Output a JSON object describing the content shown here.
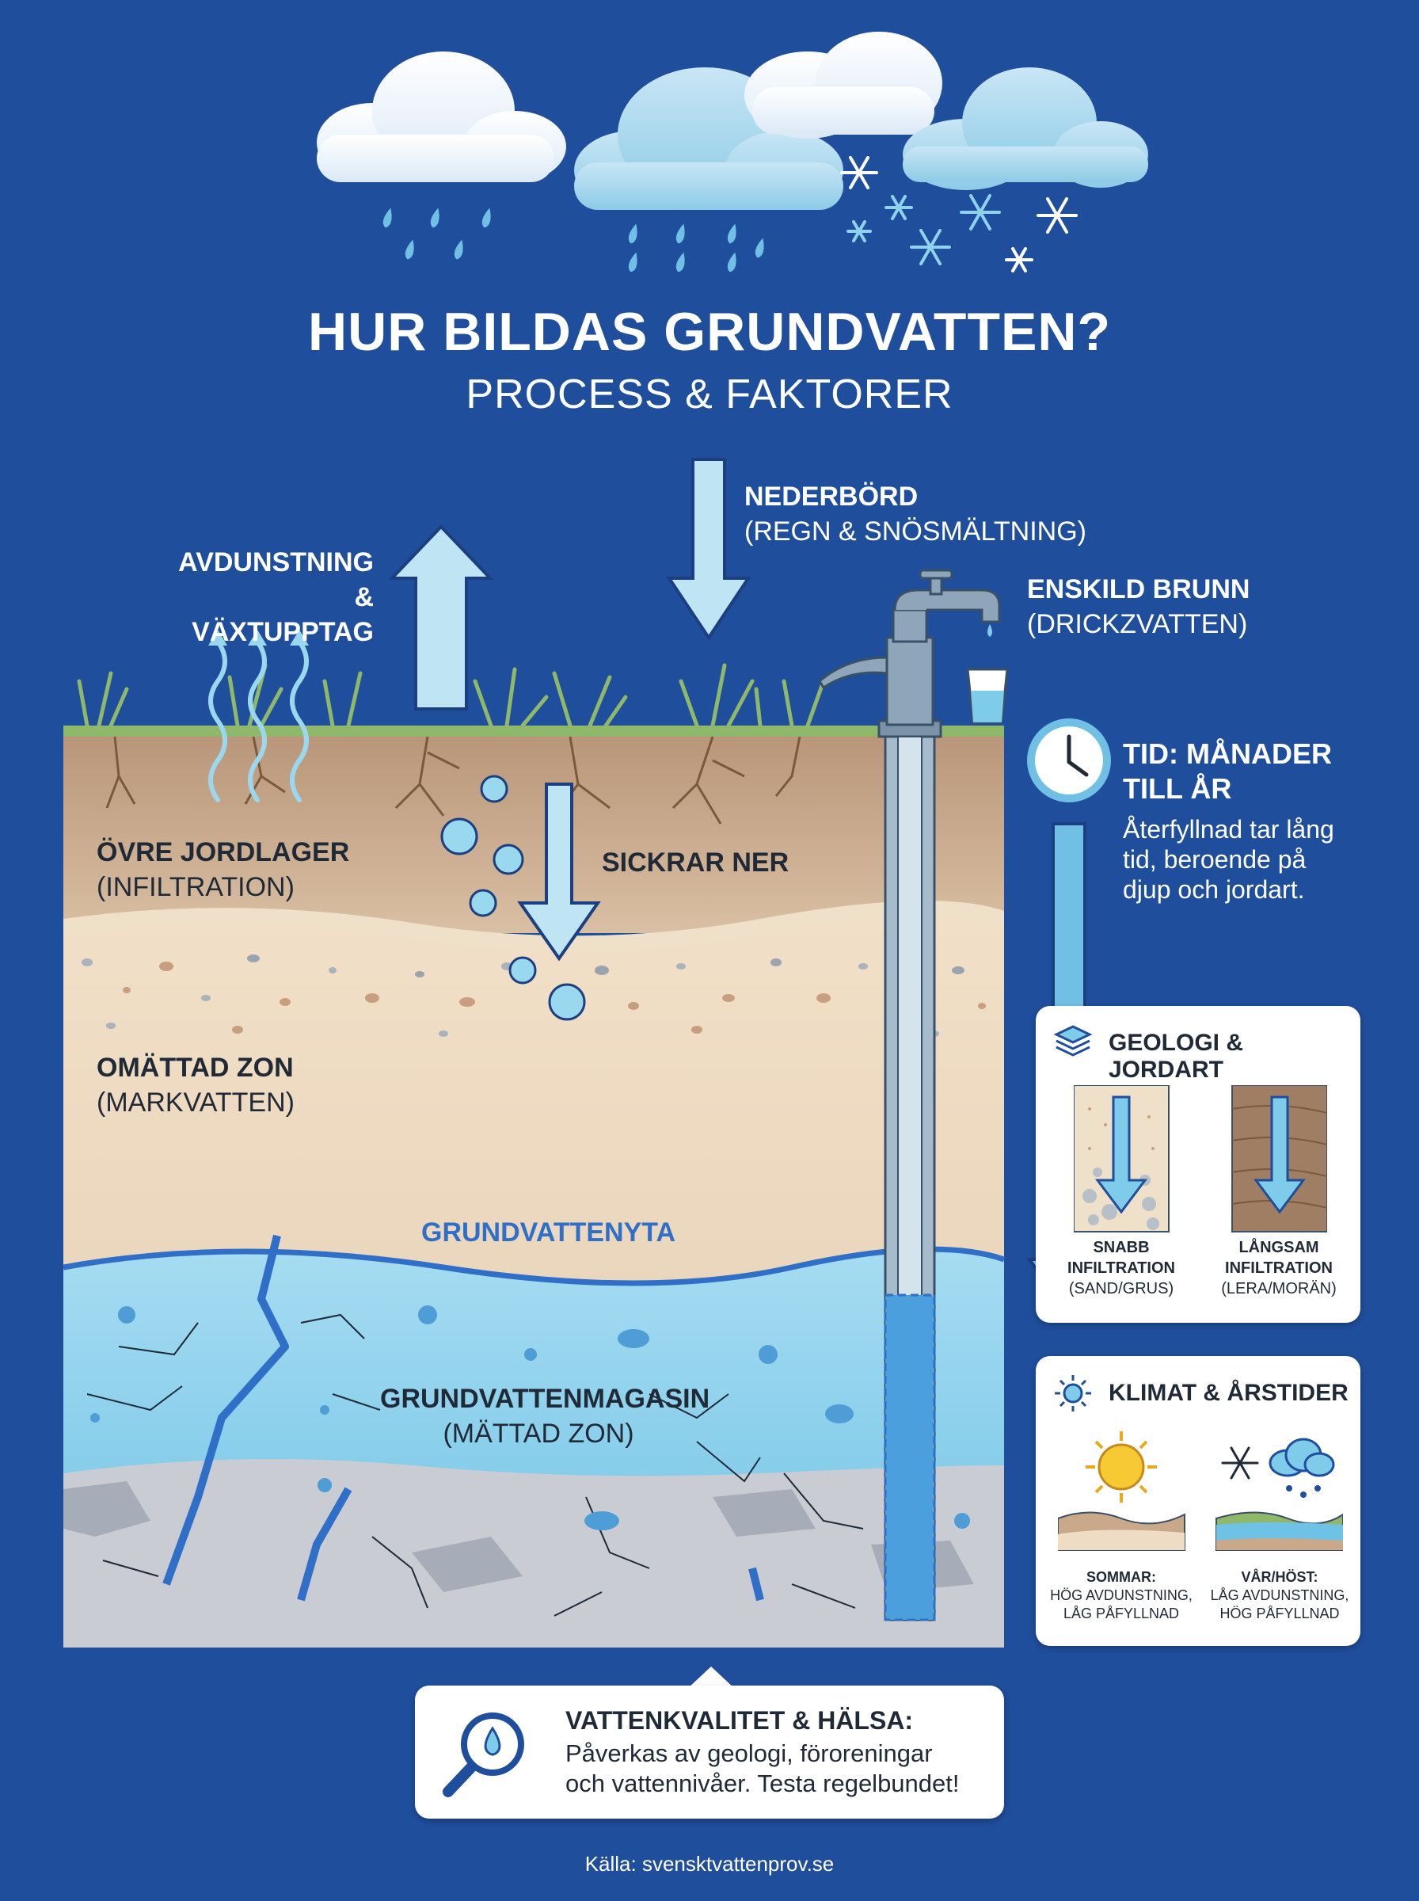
{
  "title": "HUR BILDAS GRUNDVATTEN?",
  "subtitle": "PROCESS & FAKTORER",
  "precipitation": {
    "title": "NEDERBÖRD",
    "detail": "(REGN & SNÖSMÄLTNING)"
  },
  "evaporation": {
    "line1": "AVDUNSTNING",
    "line2": "& VÄXTUPPTAG"
  },
  "well": {
    "title": "ENSKILD BRUNN",
    "detail": "(DRICKZVATTEN)"
  },
  "time": {
    "line1": "TID: MÅNADER",
    "line2": "TILL ÅR",
    "desc1": "Återfyllnad tar lång",
    "desc2": "tid, beroende på",
    "desc3": "djup och jordart."
  },
  "layers": {
    "upper_title": "ÖVRE JORDLAGER",
    "upper_detail": "(INFILTRATION)",
    "seep": "SICKRAR NER",
    "unsat_title": "OMÄTTAD ZON",
    "unsat_detail": "(MARKVATTEN)",
    "water_table": "GRUNDVATTENYTA",
    "aquifer_title": "GRUNDVATTENMAGASIN",
    "aquifer_detail": "(MÄTTAD ZON)"
  },
  "geology": {
    "title": "GEOLOGI & JORDART",
    "fast_l1": "SNABB",
    "fast_l2": "INFILTRATION",
    "fast_l3": "(SAND/GRUS)",
    "slow_l1": "LÅNGSAM",
    "slow_l2": "INFILTRATION",
    "slow_l3": "(LERA/MORÄN)"
  },
  "climate": {
    "title": "KLIMAT & ÅRSTIDER",
    "summer_l1": "SOMMAR:",
    "summer_l2": "HÖG AVDUNSTNING,",
    "summer_l3": "LÅG PÅFYLLNAD",
    "spring_l1": "VÅR/HÖST:",
    "spring_l2": "LÅG AVDUNSTNING,",
    "spring_l3": "HÖG PÅFYLLNAD"
  },
  "quality": {
    "title": "VATTENKVALITET & HÄLSA:",
    "line1": "Påverkas av geologi, föroreningar",
    "line2": "och vattennivåer. Testa regelbundet!"
  },
  "source": "Källa: svensktvattenprov.se",
  "colors": {
    "background": "#1f4e9c",
    "water": "#7ecbea",
    "water_line": "#2f6fc8",
    "soil_top": "#c9a98a",
    "soil_mid": "#efdcc4",
    "rock": "#c7cbd2",
    "arrow": "#bfe4f3"
  }
}
